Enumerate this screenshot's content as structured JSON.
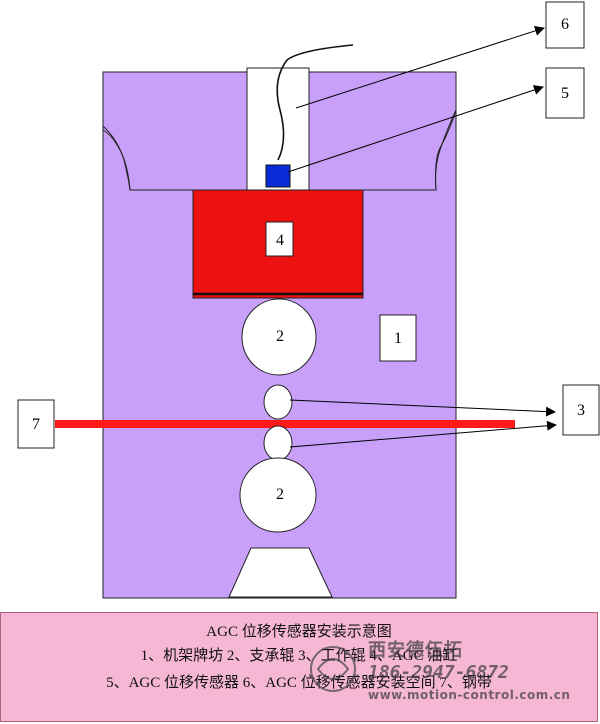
{
  "labels": {
    "one": "1",
    "two_top": "2",
    "two_bottom": "2",
    "three": "3",
    "four": "4",
    "five": "5",
    "six": "6",
    "seven": "7"
  },
  "caption": {
    "title": "AGC 位移传感器安装示意图",
    "line1": "1、机架牌坊    2、支承辊    3、工作辊    4、AGC 油缸",
    "line2": "5、AGC 位移传感器    6、AGC 位移传感器安装空间    7、钢带"
  },
  "watermark": {
    "company": "西安德伍拓",
    "phone": "186-2947-6872",
    "url": "www.motion-control.com.cn"
  },
  "colors": {
    "frame": "#c8a0fa",
    "cylinder": "#ee1111",
    "sensor": "#0a2bd8",
    "strip": "#ff1a1a",
    "caption_bg": "#f6b7d4"
  }
}
